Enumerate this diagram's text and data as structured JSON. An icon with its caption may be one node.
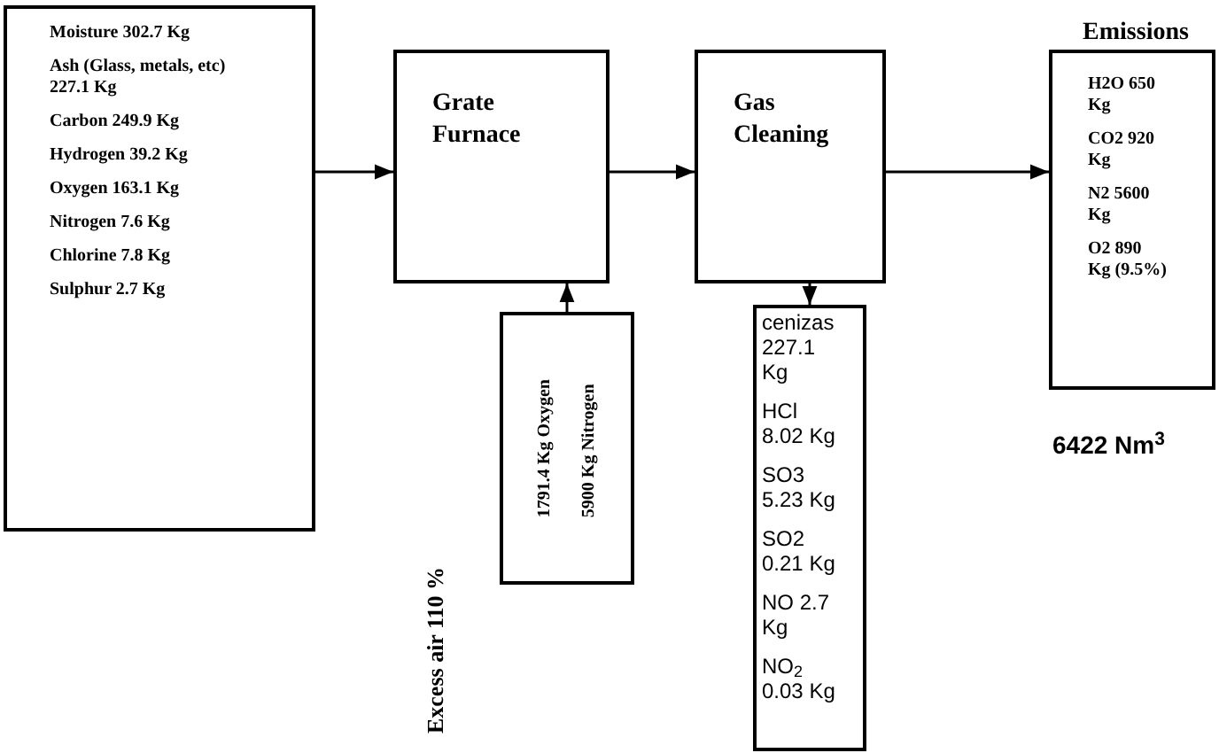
{
  "diagram": {
    "nodes": [
      {
        "text": [
          "Moisture 302.7 Kg",
          "Ash (Glass, metals, etc) 227.1 Kg",
          "Carbon 249.9 Kg",
          "Hydrogen 39.2 Kg",
          "Oxygen 163.1 Kg",
          "Nitrogen 7.6 Kg",
          "Chlorine 7.8 Kg",
          "Sulphur 2.7 Kg"
        ]
      },
      {
        "text": [
          "Grate Furnace"
        ]
      },
      {
        "text": [
          "Gas Cleaning"
        ]
      },
      {
        "text": [
          "Emissions",
          "H2O 650 Kg",
          "CO2 920 Kg",
          "N2 5600 Kg",
          "O2 890 Kg (9.5%)"
        ]
      },
      {
        "text": [
          "5900 Kg Nitrogen",
          "1791.4 Kg Oxygen"
        ],
        "beside": [
          "Excess air 110 %"
        ]
      },
      {
        "text": [
          "cenizas 227.1 Kg",
          "HCl 8.02 Kg",
          "SO3 5.23 Kg",
          "SO2 0.21 Kg",
          "NO 2.7 Kg",
          "NO$_{2}$ 0.03 Kg"
        ]
      }
    ],
    "edges": [
      {
        "from": 0,
        "to": 1,
        "arrow": "to"
      },
      {
        "from": 1,
        "to": 2,
        "arrow": "to"
      },
      {
        "from": 2,
        "to": 3,
        "arrow": "to"
      },
      {
        "from": 4,
        "to": 1,
        "arrow": "to"
      },
      {
        "from": 2,
        "to": 5,
        "arrow": "to"
      }
    ],
    "labels": [
      "6422 Nm$^{3}$"
    ]
  }
}
